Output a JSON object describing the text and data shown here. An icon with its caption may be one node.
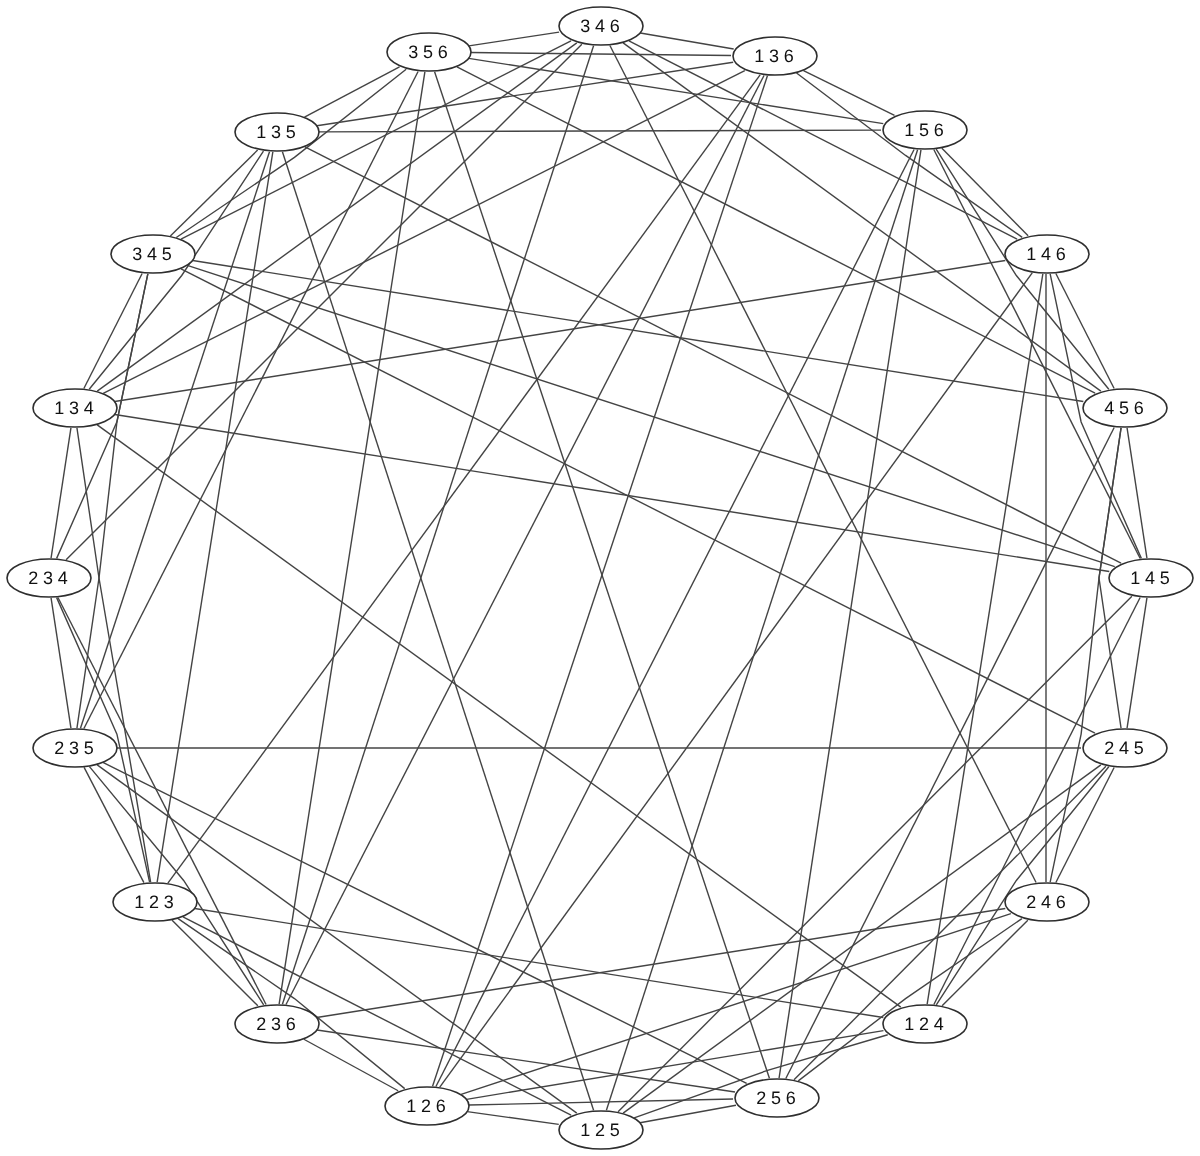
{
  "diagram": {
    "nodes": [
      {
        "text": [
          "346"
        ]
      },
      {
        "text": [
          "356"
        ]
      },
      {
        "text": [
          "136"
        ]
      },
      {
        "text": [
          "135"
        ]
      },
      {
        "text": [
          "156"
        ]
      },
      {
        "text": [
          "345"
        ]
      },
      {
        "text": [
          "146"
        ]
      },
      {
        "text": [
          "134"
        ]
      },
      {
        "text": [
          "456"
        ]
      },
      {
        "text": [
          "234"
        ]
      },
      {
        "text": [
          "145"
        ]
      },
      {
        "text": [
          "235"
        ]
      },
      {
        "text": [
          "245"
        ]
      },
      {
        "text": [
          "123"
        ]
      },
      {
        "text": [
          "246"
        ]
      },
      {
        "text": [
          "236"
        ]
      },
      {
        "text": [
          "124"
        ]
      },
      {
        "text": [
          "126"
        ]
      },
      {
        "text": [
          "256"
        ]
      },
      {
        "text": [
          "125"
        ]
      }
    ],
    "edges": [
      {
        "from": 0,
        "to": 1,
        "arrow": "none"
      },
      {
        "from": 0,
        "to": 2,
        "arrow": "none"
      },
      {
        "from": 0,
        "to": 5,
        "arrow": "none"
      },
      {
        "from": 0,
        "to": 6,
        "arrow": "none"
      },
      {
        "from": 0,
        "to": 7,
        "arrow": "none"
      },
      {
        "from": 0,
        "to": 8,
        "arrow": "none"
      },
      {
        "from": 0,
        "to": 9,
        "arrow": "none"
      },
      {
        "from": 0,
        "to": 14,
        "arrow": "none"
      },
      {
        "from": 0,
        "to": 15,
        "arrow": "none"
      },
      {
        "from": 1,
        "to": 2,
        "arrow": "none"
      },
      {
        "from": 1,
        "to": 3,
        "arrow": "none"
      },
      {
        "from": 1,
        "to": 4,
        "arrow": "none"
      },
      {
        "from": 1,
        "to": 5,
        "arrow": "none"
      },
      {
        "from": 1,
        "to": 8,
        "arrow": "none"
      },
      {
        "from": 1,
        "to": 11,
        "arrow": "none"
      },
      {
        "from": 1,
        "to": 15,
        "arrow": "none"
      },
      {
        "from": 1,
        "to": 18,
        "arrow": "none"
      },
      {
        "from": 2,
        "to": 3,
        "arrow": "none"
      },
      {
        "from": 2,
        "to": 4,
        "arrow": "none"
      },
      {
        "from": 2,
        "to": 6,
        "arrow": "none"
      },
      {
        "from": 2,
        "to": 7,
        "arrow": "none"
      },
      {
        "from": 2,
        "to": 13,
        "arrow": "none"
      },
      {
        "from": 2,
        "to": 15,
        "arrow": "none"
      },
      {
        "from": 2,
        "to": 17,
        "arrow": "none"
      },
      {
        "from": 3,
        "to": 4,
        "arrow": "none"
      },
      {
        "from": 3,
        "to": 5,
        "arrow": "none"
      },
      {
        "from": 3,
        "to": 7,
        "arrow": "none"
      },
      {
        "from": 3,
        "to": 10,
        "arrow": "none"
      },
      {
        "from": 3,
        "to": 11,
        "arrow": "none"
      },
      {
        "from": 3,
        "to": 13,
        "arrow": "none"
      },
      {
        "from": 3,
        "to": 19,
        "arrow": "none"
      },
      {
        "from": 4,
        "to": 6,
        "arrow": "none"
      },
      {
        "from": 4,
        "to": 8,
        "arrow": "none"
      },
      {
        "from": 4,
        "to": 10,
        "arrow": "none"
      },
      {
        "from": 4,
        "to": 17,
        "arrow": "none"
      },
      {
        "from": 4,
        "to": 18,
        "arrow": "none"
      },
      {
        "from": 4,
        "to": 19,
        "arrow": "none"
      },
      {
        "from": 5,
        "to": 7,
        "arrow": "none"
      },
      {
        "from": 5,
        "to": 8,
        "arrow": "none"
      },
      {
        "from": 5,
        "to": 9,
        "arrow": "none"
      },
      {
        "from": 5,
        "to": 10,
        "arrow": "none"
      },
      {
        "from": 5,
        "to": 11,
        "arrow": "none"
      },
      {
        "from": 5,
        "to": 12,
        "arrow": "none"
      },
      {
        "from": 6,
        "to": 7,
        "arrow": "none"
      },
      {
        "from": 6,
        "to": 8,
        "arrow": "none"
      },
      {
        "from": 6,
        "to": 10,
        "arrow": "none"
      },
      {
        "from": 6,
        "to": 14,
        "arrow": "none"
      },
      {
        "from": 6,
        "to": 16,
        "arrow": "none"
      },
      {
        "from": 6,
        "to": 17,
        "arrow": "none"
      },
      {
        "from": 7,
        "to": 9,
        "arrow": "none"
      },
      {
        "from": 7,
        "to": 10,
        "arrow": "none"
      },
      {
        "from": 7,
        "to": 13,
        "arrow": "none"
      },
      {
        "from": 7,
        "to": 16,
        "arrow": "none"
      },
      {
        "from": 8,
        "to": 10,
        "arrow": "none"
      },
      {
        "from": 8,
        "to": 12,
        "arrow": "none"
      },
      {
        "from": 8,
        "to": 14,
        "arrow": "none"
      },
      {
        "from": 8,
        "to": 18,
        "arrow": "none"
      },
      {
        "from": 9,
        "to": 11,
        "arrow": "none"
      },
      {
        "from": 9,
        "to": 13,
        "arrow": "none"
      },
      {
        "from": 9,
        "to": 15,
        "arrow": "none"
      },
      {
        "from": 10,
        "to": 12,
        "arrow": "none"
      },
      {
        "from": 10,
        "to": 16,
        "arrow": "none"
      },
      {
        "from": 10,
        "to": 19,
        "arrow": "none"
      },
      {
        "from": 11,
        "to": 12,
        "arrow": "none"
      },
      {
        "from": 11,
        "to": 13,
        "arrow": "none"
      },
      {
        "from": 11,
        "to": 15,
        "arrow": "none"
      },
      {
        "from": 11,
        "to": 18,
        "arrow": "none"
      },
      {
        "from": 11,
        "to": 19,
        "arrow": "none"
      },
      {
        "from": 12,
        "to": 14,
        "arrow": "none"
      },
      {
        "from": 12,
        "to": 16,
        "arrow": "none"
      },
      {
        "from": 12,
        "to": 18,
        "arrow": "none"
      },
      {
        "from": 12,
        "to": 19,
        "arrow": "none"
      },
      {
        "from": 13,
        "to": 15,
        "arrow": "none"
      },
      {
        "from": 13,
        "to": 16,
        "arrow": "none"
      },
      {
        "from": 13,
        "to": 17,
        "arrow": "none"
      },
      {
        "from": 13,
        "to": 19,
        "arrow": "none"
      },
      {
        "from": 14,
        "to": 15,
        "arrow": "none"
      },
      {
        "from": 14,
        "to": 16,
        "arrow": "none"
      },
      {
        "from": 14,
        "to": 17,
        "arrow": "none"
      },
      {
        "from": 14,
        "to": 18,
        "arrow": "none"
      },
      {
        "from": 15,
        "to": 17,
        "arrow": "none"
      },
      {
        "from": 15,
        "to": 18,
        "arrow": "none"
      },
      {
        "from": 16,
        "to": 17,
        "arrow": "none"
      },
      {
        "from": 16,
        "to": 19,
        "arrow": "none"
      },
      {
        "from": 17,
        "to": 18,
        "arrow": "none"
      },
      {
        "from": 17,
        "to": 19,
        "arrow": "none"
      },
      {
        "from": 18,
        "to": 19,
        "arrow": "none"
      }
    ]
  }
}
